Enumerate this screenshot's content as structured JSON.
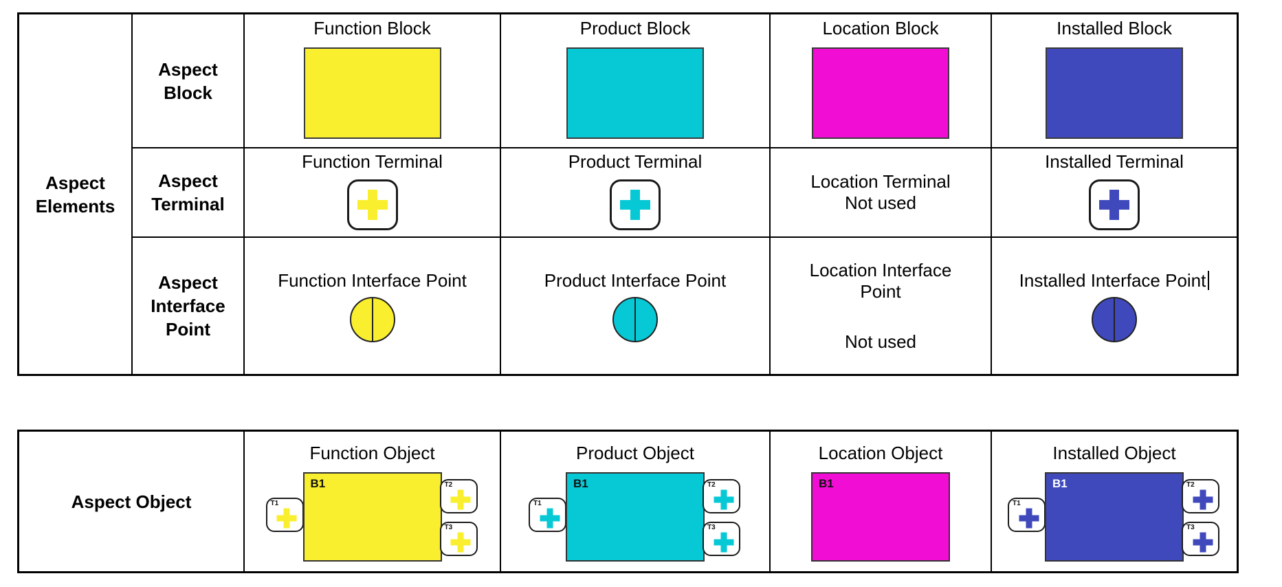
{
  "colors": {
    "function": "#F9EF2E",
    "product": "#07C9D6",
    "location": "#F20DD4",
    "installed": "#3F49BC",
    "block_border": "#3a3a3a",
    "table_border": "#000000"
  },
  "top_table": {
    "group_label": "Aspect Elements",
    "row_labels": [
      "Aspect Block",
      "Aspect Terminal",
      "Aspect Interface Point"
    ],
    "function": {
      "block": "Function Block",
      "terminal": "Function Terminal",
      "interface": "Function Interface Point"
    },
    "product": {
      "block": "Product Block",
      "terminal": "Product Terminal",
      "interface": "Product Interface Point"
    },
    "location": {
      "block": "Location Block",
      "terminal": "Location Terminal",
      "terminal_note": "Not used",
      "interface": "Location Interface Point",
      "interface_note": "Not used"
    },
    "installed": {
      "block": "Installed Block",
      "terminal": "Installed Terminal",
      "interface": "Installed Interface Point"
    }
  },
  "bottom_table": {
    "row_label": "Aspect Object",
    "function": {
      "title": "Function Object",
      "block_id": "B1",
      "t1": "T1",
      "t2": "T2",
      "t3": "T3"
    },
    "product": {
      "title": "Product Object",
      "block_id": "B1",
      "t1": "T1",
      "t2": "T2",
      "t3": "T3"
    },
    "location": {
      "title": "Location Object",
      "block_id": "B1"
    },
    "installed": {
      "title": "Installed Object",
      "block_id": "B1",
      "t1": "T1",
      "t2": "T2",
      "t3": "T3"
    }
  }
}
